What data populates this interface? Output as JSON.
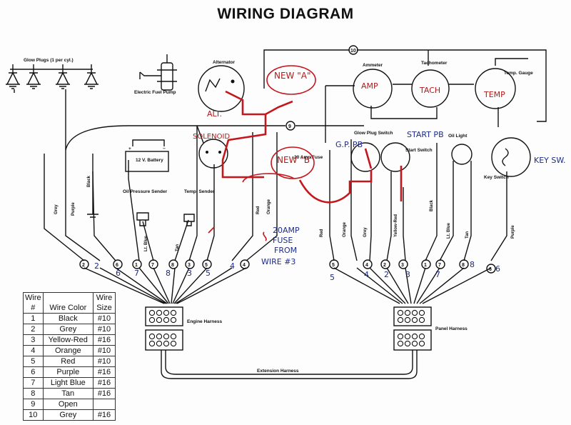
{
  "title": "WIRING DIAGRAM",
  "components": {
    "glow_plugs": "Glow Plugs (1 per cyl.)",
    "fuel_pump": "Electric Fuel Pump",
    "alternator": "Alternator",
    "battery": "12 V. Battery",
    "black": "Black",
    "purple": "Purple",
    "grey": "Grey",
    "oil_sender": "Oil Pressure Sender",
    "temp_sender": "Temp. Sender",
    "lt_blue": "Lt. Blue",
    "tan": "Tan",
    "red": "Red",
    "orange": "Orange",
    "fuse": "20 Amp Fuse",
    "ammeter": "Ammeter",
    "tachometer": "Tachometer",
    "temp_gauge": "Temp. Gauge",
    "glow_switch": "Glow Plug Switch",
    "start_switch": "Start Switch",
    "oil_light": "Oil Light",
    "key_switch": "Key Switch",
    "yellow_red": "Yellow-Red",
    "engine_harness": "Engine Harness",
    "panel_harness": "Panel Harness",
    "extension_harness": "Extension Harness",
    "wire10": "10",
    "wire9": "9",
    "pin_numbers": [
      "1",
      "2",
      "3",
      "4",
      "5",
      "6",
      "7",
      "8",
      "9",
      "10"
    ]
  },
  "handwritten": {
    "new_a": "NEW \"A\"",
    "new_b": "NEW \"B\"",
    "alt": "ALT.",
    "solenoid": "SOLENOID",
    "amp": "AMP",
    "tach": "TACH",
    "temp": "TEMP",
    "start_pb": "START PB",
    "gp_pb": "G.P. PB",
    "key_sw": "KEY SW.",
    "fuse_note": [
      "20AMP",
      "FUSE",
      "FROM",
      "WIRE #3"
    ],
    "left_nums": [
      "2",
      "6",
      "7",
      "8",
      "3",
      "5",
      "4"
    ],
    "right_nums": [
      "5",
      "4",
      "2",
      "3",
      "7",
      "8",
      "6"
    ]
  },
  "legend": {
    "header": [
      "Wire",
      "",
      "Wire"
    ],
    "header2": [
      "#",
      "Wire Color",
      "Size"
    ],
    "rows": [
      [
        "1",
        "Black",
        "#10"
      ],
      [
        "2",
        "Grey",
        "#10"
      ],
      [
        "3",
        "Yellow-Red",
        "#16"
      ],
      [
        "4",
        "Orange",
        "#10"
      ],
      [
        "5",
        "Red",
        "#10"
      ],
      [
        "6",
        "Purple",
        "#16"
      ],
      [
        "7",
        "Light Blue",
        "#16"
      ],
      [
        "8",
        "Tan",
        "#16"
      ],
      [
        "9",
        "Open",
        ""
      ],
      [
        "10",
        "Grey",
        "#16"
      ]
    ]
  }
}
